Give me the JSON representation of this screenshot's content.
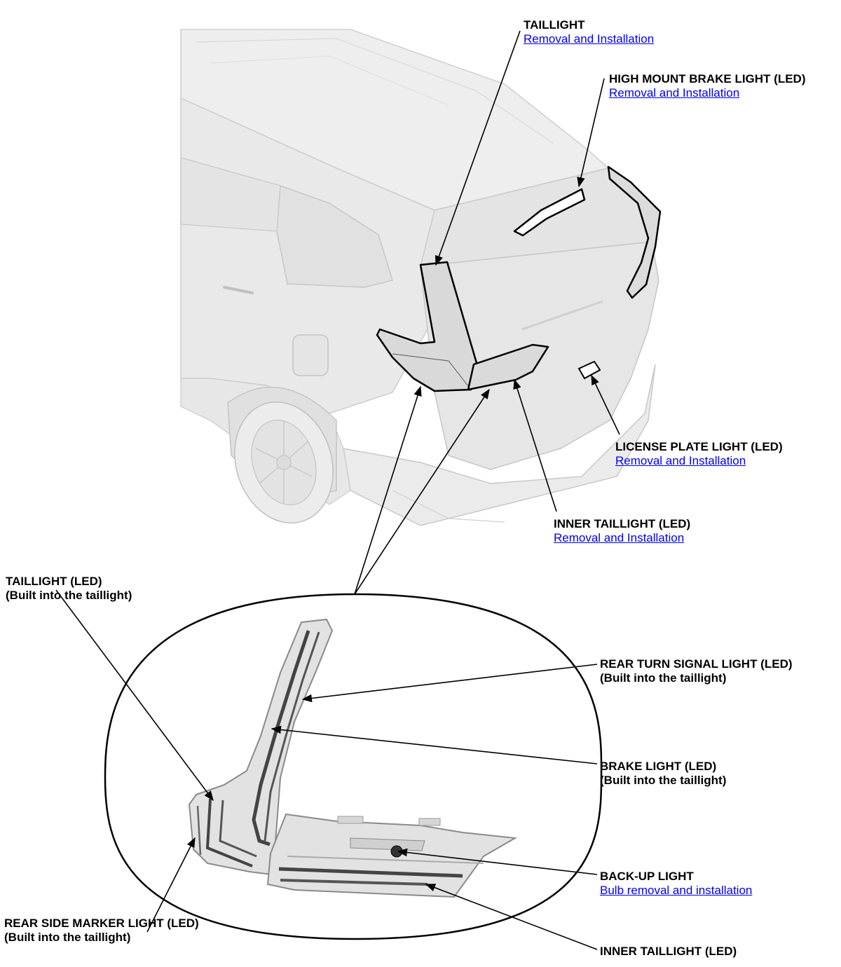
{
  "callouts": {
    "taillight": {
      "title": "TAILLIGHT",
      "link": "Removal and Installation"
    },
    "high_mount": {
      "title": "HIGH MOUNT BRAKE LIGHT (LED)",
      "link": "Removal and Installation"
    },
    "license_plate": {
      "title": "LICENSE PLATE LIGHT (LED)",
      "link": "Removal and Installation"
    },
    "inner_taillight_top": {
      "title": "INNER TAILLIGHT (LED)",
      "link": "Removal and Installation"
    },
    "taillight_led": {
      "line1": "TAILLIGHT (LED)",
      "line2": "(Built into the taillight)"
    },
    "rear_turn": {
      "line1": "REAR TURN SIGNAL LIGHT (LED)",
      "line2": "(Built into the taillight)"
    },
    "brake_light": {
      "line1": "BRAKE LIGHT (LED)",
      "line2": "(Built into the taillight)"
    },
    "backup": {
      "title": "BACK-UP LIGHT",
      "link": "Bulb removal and installation"
    },
    "rear_side_marker": {
      "line1": "REAR SIDE MARKER LIGHT (LED)",
      "line2": "(Built into the taillight)"
    },
    "inner_taillight_bottom": {
      "title": "INNER TAILLIGHT (LED)"
    }
  },
  "colors": {
    "link": "#0000ee",
    "vehicle_fill": "#e8e8e8",
    "vehicle_stroke": "#c4c4c4",
    "leader": "#000000"
  }
}
